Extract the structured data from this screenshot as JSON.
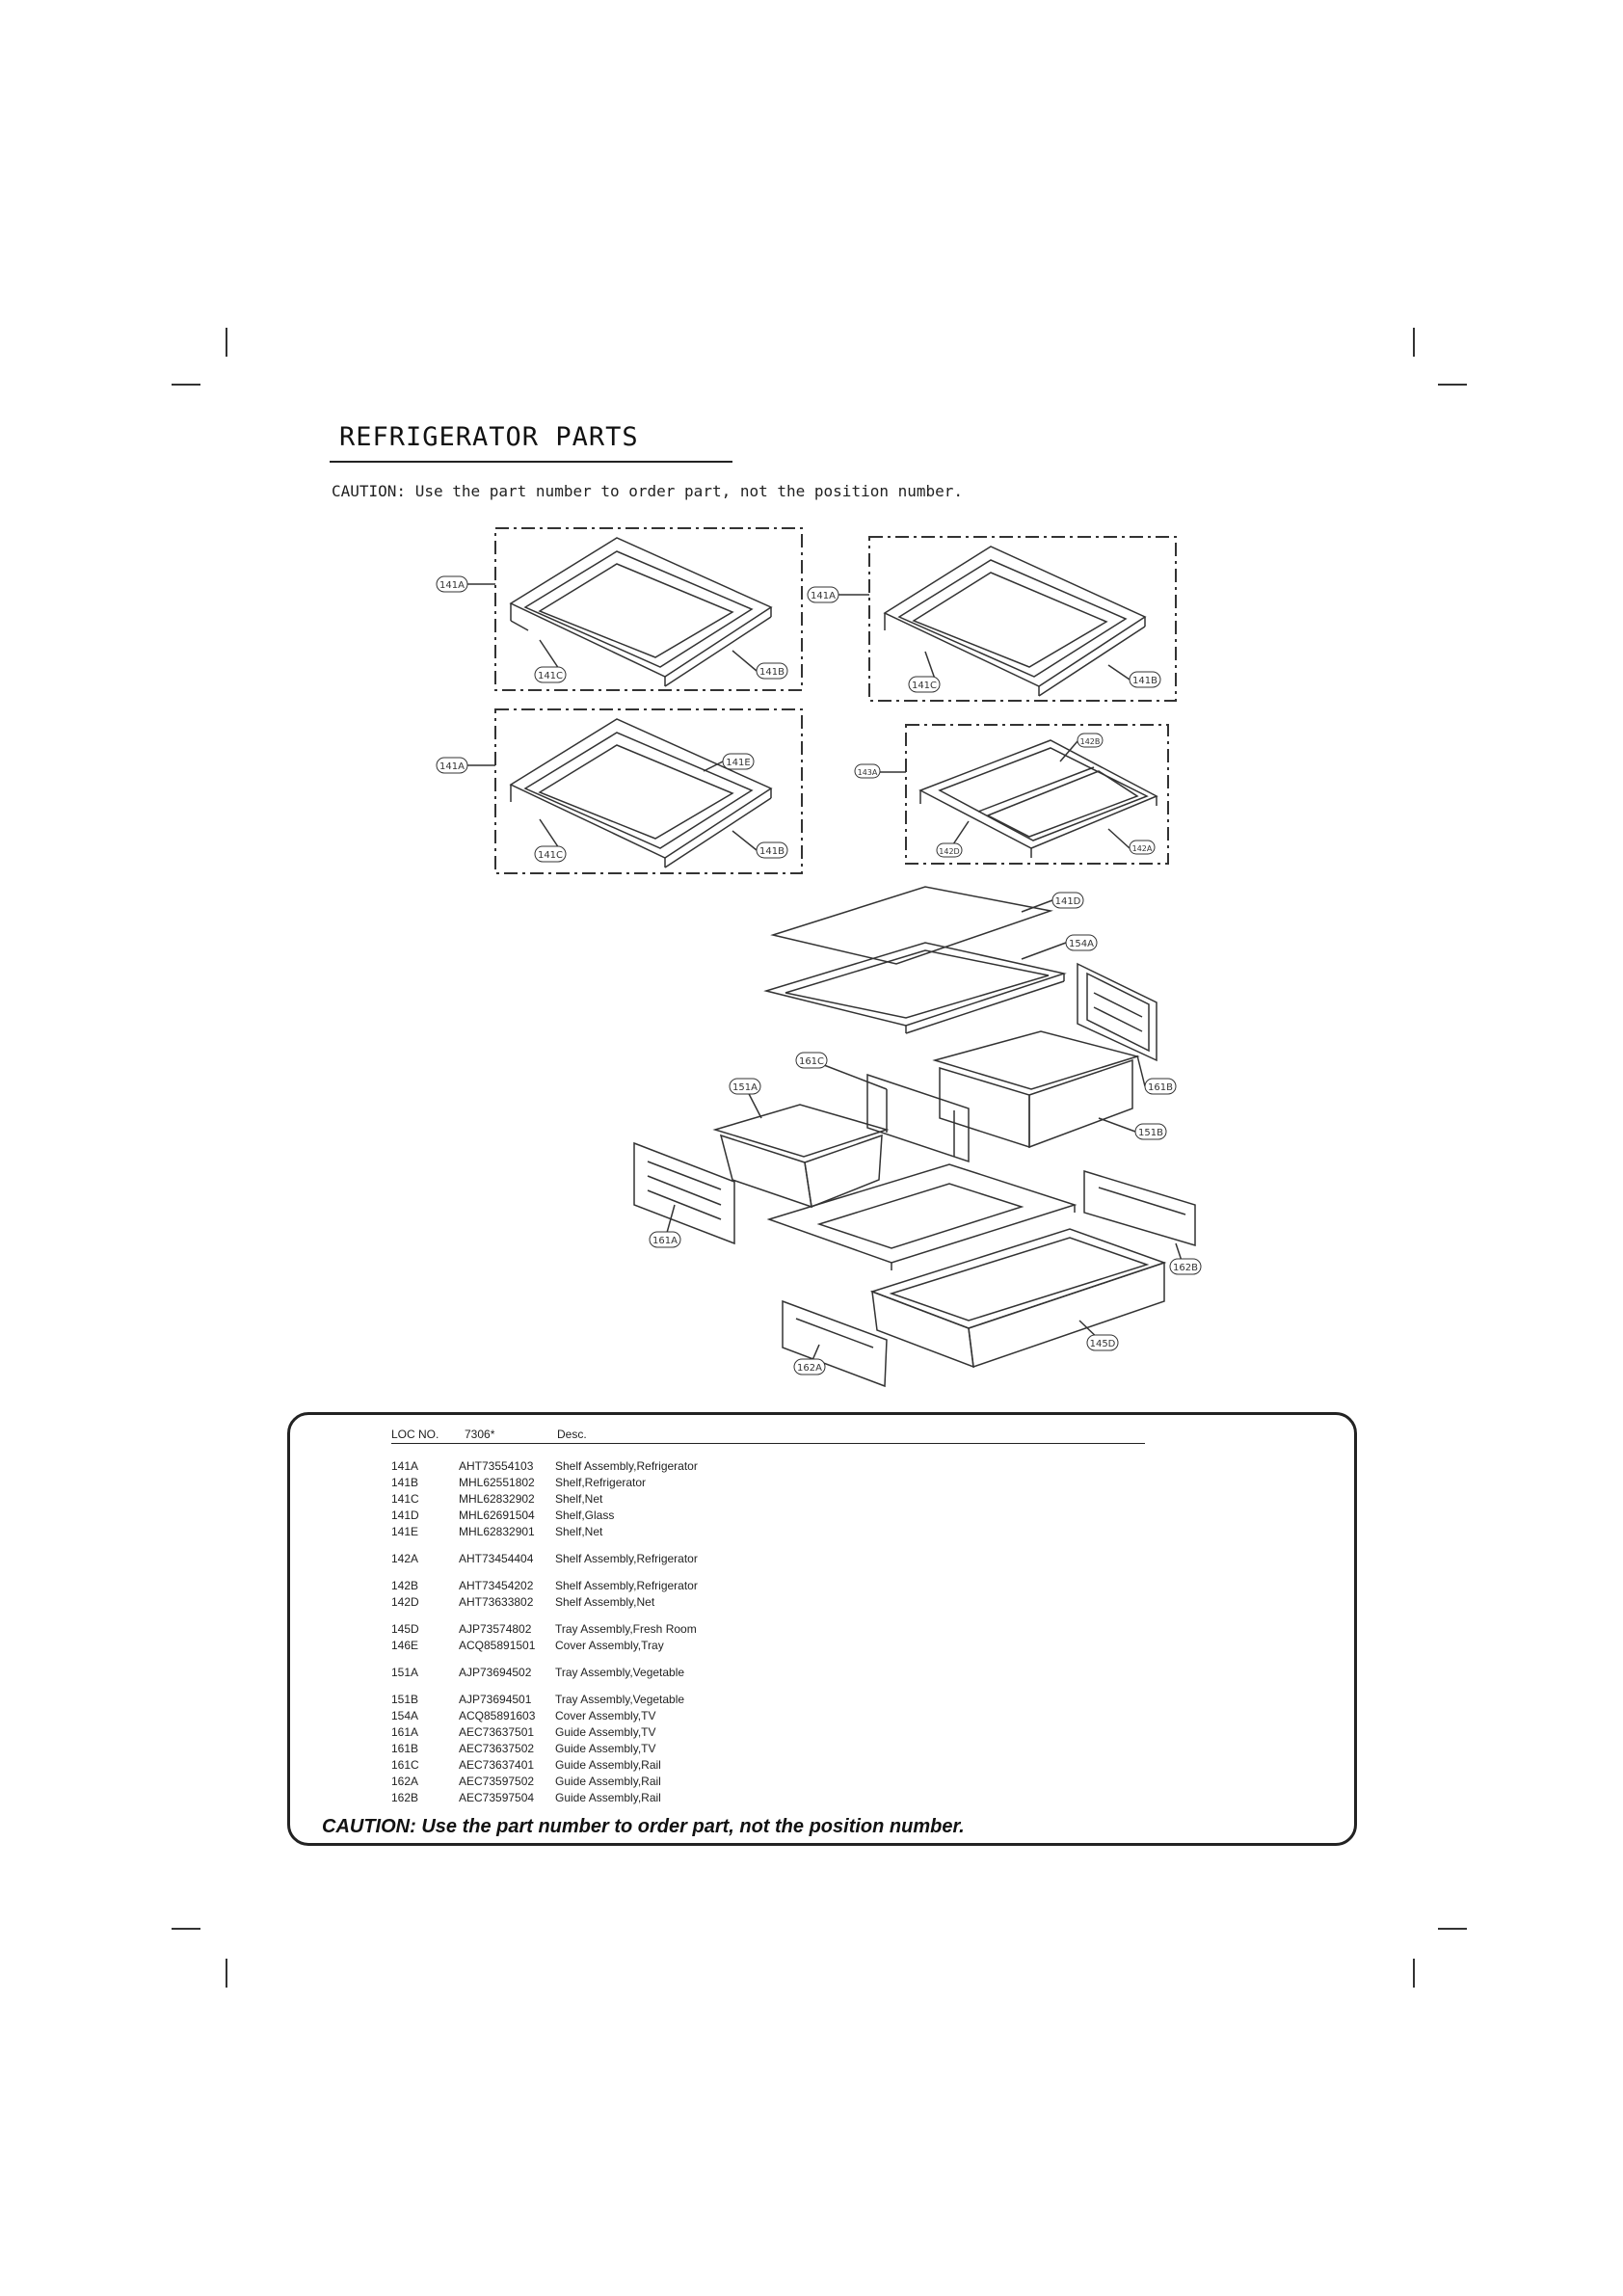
{
  "header": {
    "title": "REFRIGERATOR PARTS",
    "caution": "CAUTION: Use the part number to order part, not the position number."
  },
  "diagram": {
    "callouts": [
      "141A",
      "141C",
      "141B",
      "141A",
      "141C",
      "141B",
      "141A",
      "141E",
      "141C",
      "141B",
      "143A",
      "142B",
      "142D",
      "142A",
      "141D",
      "154A",
      "161C",
      "151A",
      "161B",
      "151B",
      "161A",
      "162B",
      "145D",
      "162A"
    ]
  },
  "table": {
    "headers": [
      "LOC NO.",
      "7306*",
      "Desc."
    ],
    "rows": [
      [
        "141A",
        "AHT73554103",
        "Shelf Assembly,Refrigerator"
      ],
      [
        "141B",
        "MHL62551802",
        "Shelf,Refrigerator"
      ],
      [
        "141C",
        "MHL62832902",
        "Shelf,Net"
      ],
      [
        "141D",
        "MHL62691504",
        "Shelf,Glass"
      ],
      [
        "141E",
        "MHL62832901",
        "Shelf,Net"
      ],
      [
        "142A",
        "AHT73454404",
        "Shelf Assembly,Refrigerator"
      ],
      [
        "142B",
        "AHT73454202",
        "Shelf Assembly,Refrigerator"
      ],
      [
        "142D",
        "AHT73633802",
        "Shelf Assembly,Net"
      ],
      [
        "145D",
        "AJP73574802",
        "Tray Assembly,Fresh Room"
      ],
      [
        "146E",
        "ACQ85891501",
        "Cover Assembly,Tray"
      ],
      [
        "151A",
        "AJP73694502",
        "Tray Assembly,Vegetable"
      ],
      [
        "151B",
        "AJP73694501",
        "Tray Assembly,Vegetable"
      ],
      [
        "154A",
        "ACQ85891603",
        "Cover Assembly,TV"
      ],
      [
        "161A",
        "AEC73637501",
        "Guide Assembly,TV"
      ],
      [
        "161B",
        "AEC73637502",
        "Guide Assembly,TV"
      ],
      [
        "161C",
        "AEC73637401",
        "Guide Assembly,Rail"
      ],
      [
        "162A",
        "AEC73597502",
        "Guide Assembly,Rail"
      ],
      [
        "162B",
        "AEC73597504",
        "Guide Assembly,Rail"
      ]
    ]
  },
  "footer": {
    "caution": "CAUTION: Use the part number to order part, not the position number."
  }
}
